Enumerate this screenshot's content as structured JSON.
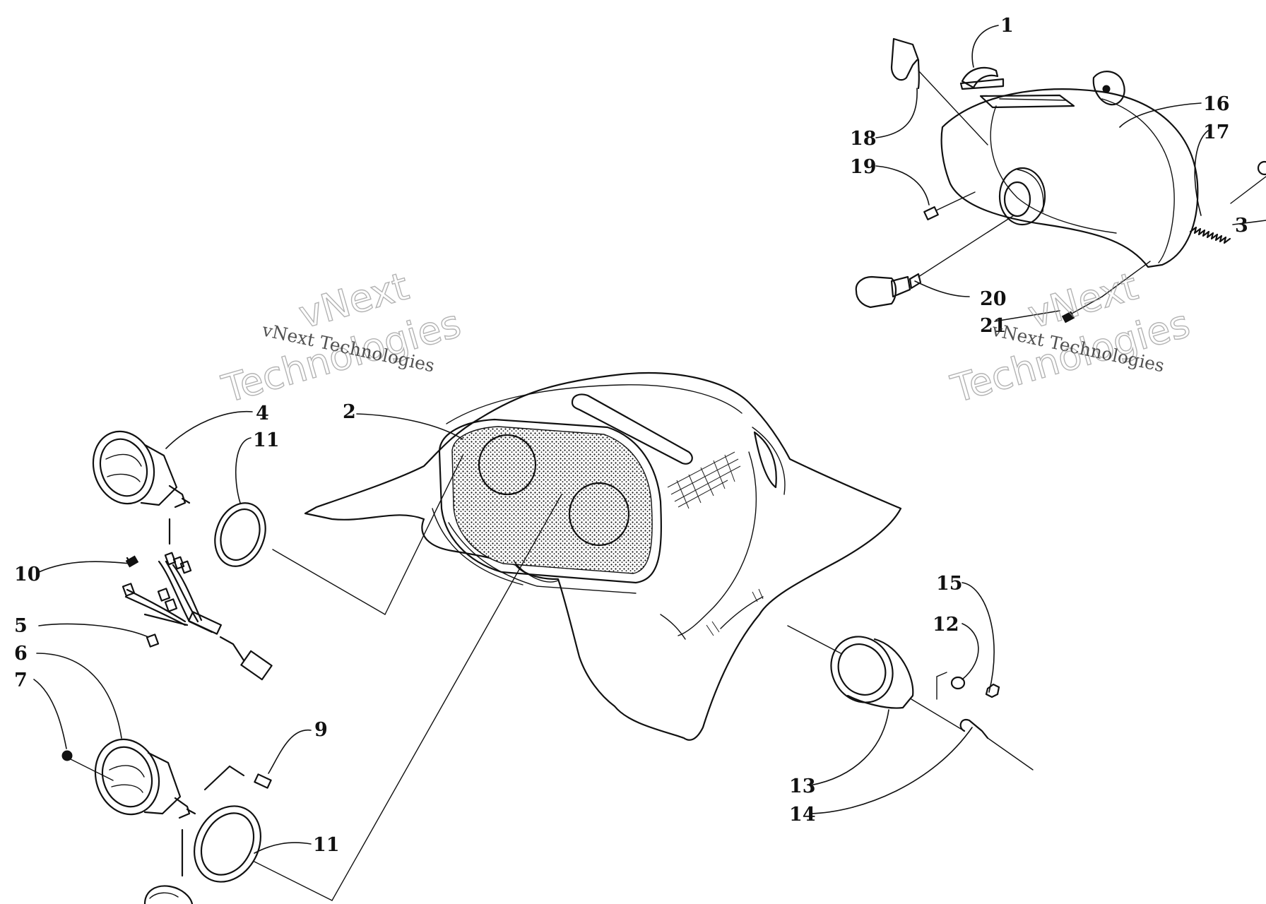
{
  "watermark": {
    "brand": "vNext",
    "word": "Technologies",
    "full": "vNext Technologies"
  },
  "callouts": [
    {
      "id": "c1",
      "label": "1"
    },
    {
      "id": "c16",
      "label": "16"
    },
    {
      "id": "c17",
      "label": "17"
    },
    {
      "id": "c18",
      "label": "18"
    },
    {
      "id": "c19",
      "label": "19"
    },
    {
      "id": "c3",
      "label": "3"
    },
    {
      "id": "c20",
      "label": "20"
    },
    {
      "id": "c21",
      "label": "21"
    },
    {
      "id": "c2",
      "label": "2"
    },
    {
      "id": "c4",
      "label": "4"
    },
    {
      "id": "c11a",
      "label": "11"
    },
    {
      "id": "c10",
      "label": "10"
    },
    {
      "id": "c5",
      "label": "5"
    },
    {
      "id": "c6",
      "label": "6"
    },
    {
      "id": "c7",
      "label": "7"
    },
    {
      "id": "c9",
      "label": "9"
    },
    {
      "id": "c11b",
      "label": "11"
    },
    {
      "id": "c15",
      "label": "15"
    },
    {
      "id": "c12",
      "label": "12"
    },
    {
      "id": "c13",
      "label": "13"
    },
    {
      "id": "c14",
      "label": "14"
    }
  ]
}
